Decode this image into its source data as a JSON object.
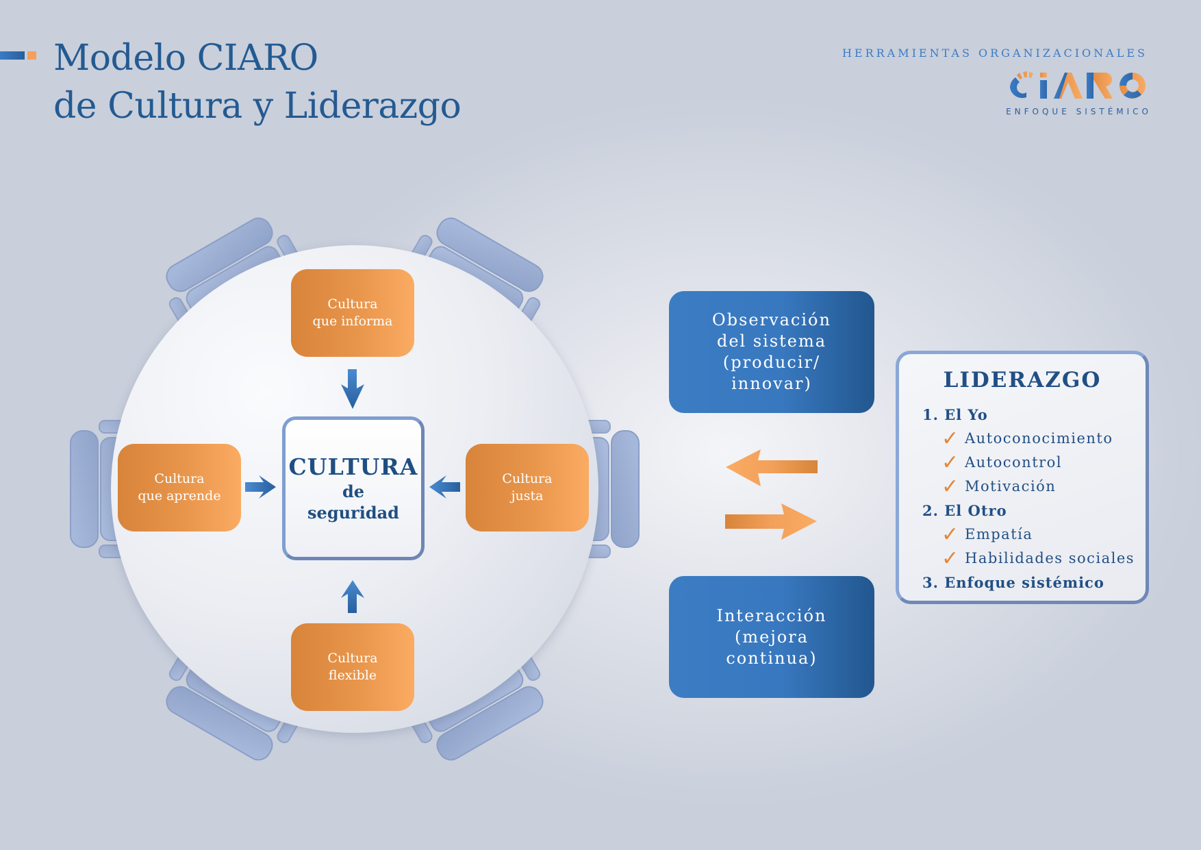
{
  "header": {
    "title_line1": "Modelo CIARO",
    "title_line2": "de Cultura y Liderazgo"
  },
  "brand": {
    "tagline": "HERRAMIENTAS ORGANIZACIONALES",
    "logo_text": "CIARO",
    "subtitle": "ENFOQUE SISTÉMICO",
    "colors": {
      "blue": "#3b7bc4",
      "orange": "#f5a05a"
    }
  },
  "culture_model": {
    "center": {
      "title": "CULTURA",
      "line2": "de",
      "line3": "seguridad"
    },
    "pillars": [
      {
        "position": "top",
        "line1": "Cultura",
        "line2": "que informa"
      },
      {
        "position": "left",
        "line1": "Cultura",
        "line2": "que aprende"
      },
      {
        "position": "right",
        "line1": "Cultura",
        "line2": "justa"
      },
      {
        "position": "bottom",
        "line1": "Cultura",
        "line2": "flexible"
      }
    ],
    "chairs_count": 6
  },
  "process": {
    "top_box": [
      "Observación",
      "del sistema",
      "(producir/",
      "innovar)"
    ],
    "bottom_box": [
      "Interacción",
      "(mejora",
      "continua)"
    ],
    "arrows": [
      "left",
      "right"
    ]
  },
  "leadership": {
    "title": "LIDERAZGO",
    "items": [
      {
        "type": "main",
        "text": "1. El Yo"
      },
      {
        "type": "sub",
        "text": "Autoconocimiento"
      },
      {
        "type": "sub",
        "text": "Autocontrol"
      },
      {
        "type": "sub",
        "text": "Motivación"
      },
      {
        "type": "main",
        "text": "2. El Otro"
      },
      {
        "type": "sub",
        "text": "Empatía"
      },
      {
        "type": "sub",
        "text": "Habilidades sociales"
      },
      {
        "type": "main",
        "text": "3. Enfoque sistémico"
      }
    ],
    "check_symbol": "✓"
  },
  "colors": {
    "title_blue": "#235a92",
    "box_orange_start": "#d8843a",
    "box_orange_end": "#fbab62",
    "box_blue": "#3878bf",
    "box_blue_dark": "#22578f",
    "chair": "#9fb2d6",
    "check_orange": "#e0873a"
  }
}
